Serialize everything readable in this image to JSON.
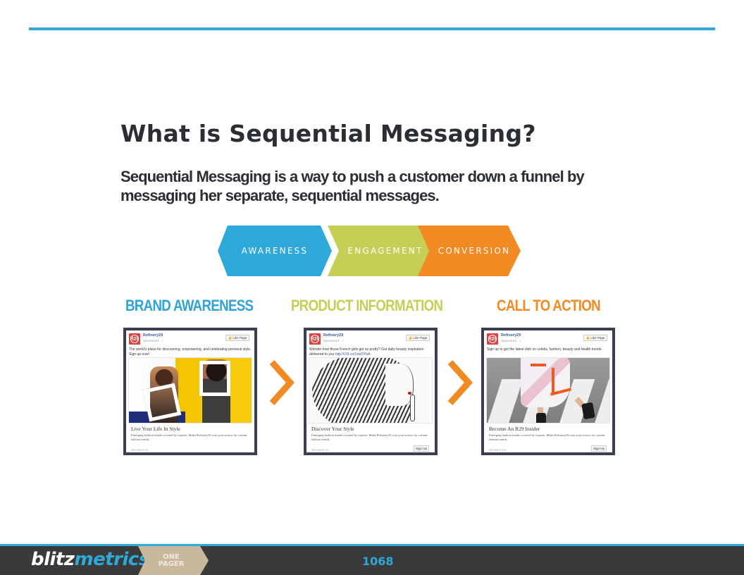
{
  "page": {
    "title": "What is Sequential Messaging?",
    "subtitle": "Sequential Messaging is a way to push a customer down a funnel by messaging her separate, sequential messages."
  },
  "colors": {
    "blue": "#2ea9d9",
    "green": "#c5cf55",
    "orange": "#f18a22",
    "dark": "#3a3a3a",
    "tan": "#c9b89c"
  },
  "funnel": {
    "stages": [
      {
        "label": "AWARENESS"
      },
      {
        "label": "ENGAGEMENT"
      },
      {
        "label": "CONVERSION"
      }
    ]
  },
  "sections": [
    {
      "heading": "BRAND AWARENESS",
      "ad": {
        "brand": "Refinery29",
        "sponsored": "Sponsored · ✓",
        "like_button": "👍 Like Page",
        "text": "The world's place for discovering, empowering, and celebrating personal style. Sign up now!",
        "link": "",
        "headline": "Live Your Life In Style",
        "description": "Emerging fashion trends covered by experts. Make Refinery29.com your source for current fashion trends.",
        "domain": "REFINERY29",
        "cta": ""
      }
    },
    {
      "heading": "PRODUCT INFORMATION",
      "ad": {
        "brand": "Refinery29",
        "sponsored": "Sponsored · ✓",
        "like_button": "👍 Like Page",
        "text": "Wonder how those French girls get so pretty? Get daily beauty inspiration delivered to you ",
        "link": "http://r29.co/1xwDYbA",
        "headline": "Discover Your Style",
        "description": "Emerging fashion trends covered by experts. Make Refinery29.com your source for current fashion trends.",
        "domain": "REFINERY29",
        "cta": "Sign Up"
      }
    },
    {
      "heading": "CALL TO ACTION",
      "ad": {
        "brand": "Refinery29",
        "sponsored": "Sponsored · ✓",
        "like_button": "👍 Like Page",
        "text": "Sign up to get the latest dish on celebs, fashion, beauty and health trends",
        "link": "",
        "headline": "Become An R29 Insider",
        "description": "Emerging fashion trends covered by experts. Make Refinery29.com your source for current fashion trends.",
        "domain": "REFINERY29",
        "cta": "Sign Up"
      }
    }
  ],
  "logo_mark": "R29",
  "footer": {
    "logo_part1": "blitz",
    "logo_part2": "metrics",
    "badge_line1": "ONE",
    "badge_line2": "PAGER",
    "page_number": "1068"
  }
}
